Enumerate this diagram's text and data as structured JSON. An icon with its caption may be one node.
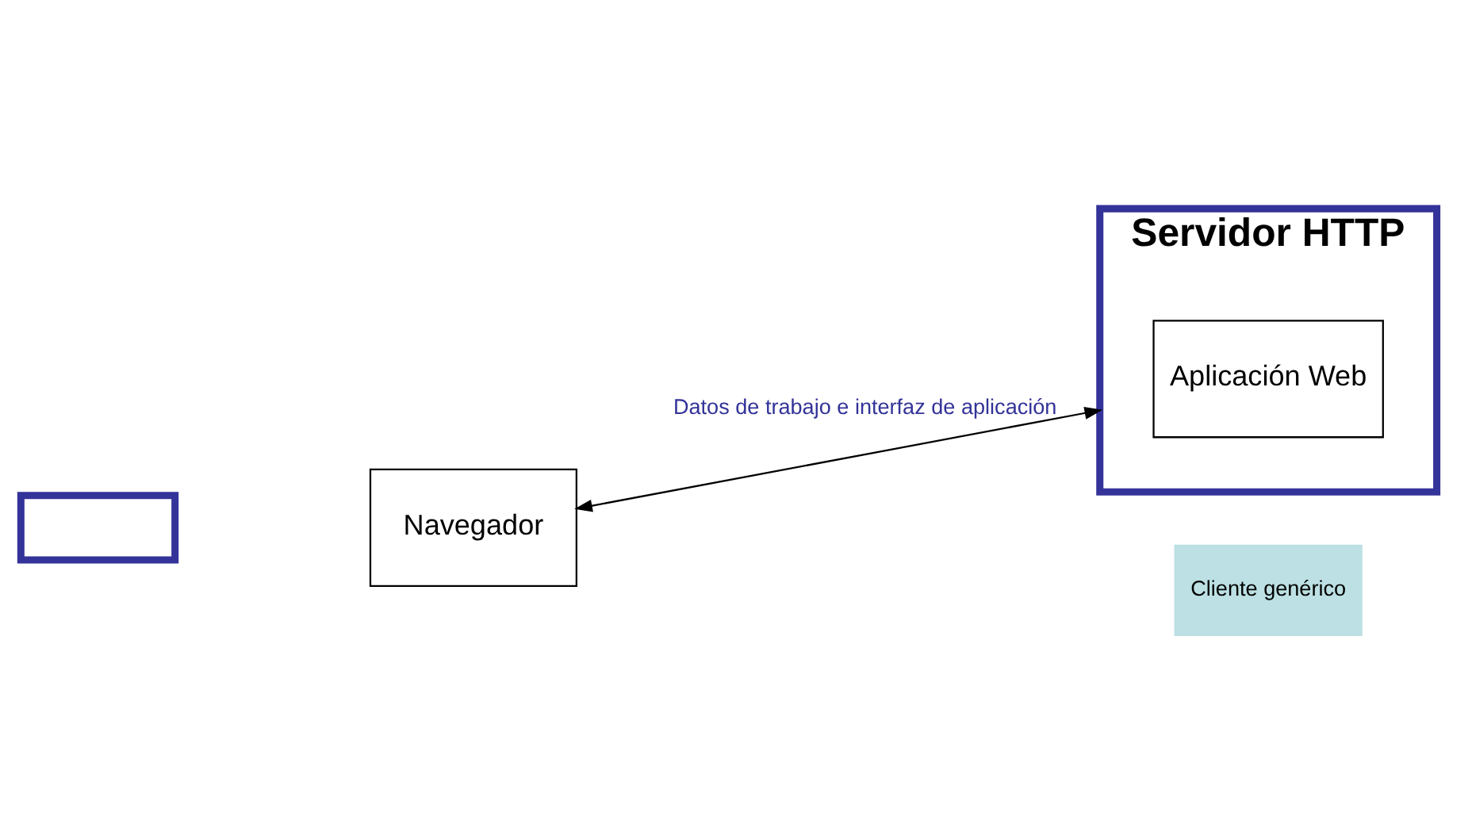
{
  "diagram": {
    "nodes": [
      {
        "text": [],
        "shape": "box"
      },
      {
        "text": [
          "Navegador"
        ]
      },
      {
        "text": [
          "Servidor HTTP"
        ]
      },
      {
        "text": [
          "Aplicación Web"
        ],
        "in": 2
      },
      {
        "text": [
          "Cliente genérico"
        ]
      }
    ],
    "edges": [
      {
        "from": 1,
        "to": 2,
        "arrow": "both",
        "label": "Datos de trabajo e interfaz de aplicación"
      }
    ]
  }
}
